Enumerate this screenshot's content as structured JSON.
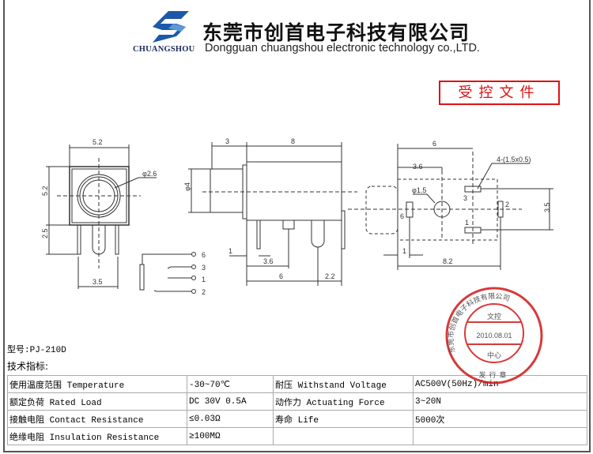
{
  "header": {
    "logo_text": "CHUANGSHOU",
    "company_cn": "东莞市创首电子科技有限公司",
    "company_en": "Dongguan chuangshou electronic technology co.,LTD."
  },
  "controlled_doc": "受控文件",
  "front_view": {
    "width": "5.2",
    "height": "5.2",
    "pin_length": "2.5",
    "pin_spacing": "3.5",
    "hole_dia": "φ2.6"
  },
  "schematic": {
    "pins": [
      "6",
      "3",
      "1",
      "2"
    ]
  },
  "side_view": {
    "nose": "3",
    "body": "8",
    "dia": "φ4",
    "offset": "1",
    "d1": "3.6",
    "d2": "6",
    "d3": "2.2"
  },
  "footprint": {
    "d6": "6",
    "d36": "3.6",
    "slots": "4-(1.5x0.5)",
    "hole": "φ1.5",
    "pitch": "3.5",
    "length": "8.2",
    "offset": "1",
    "pad_labels": [
      "6",
      "3",
      "1",
      "2"
    ]
  },
  "stamp": {
    "outer": "东莞市创首电子科技有限公司",
    "top": "文控",
    "date": "2010.08.01",
    "bottom": "中心",
    "seal": "发行章"
  },
  "model": "型号:PJ-210D",
  "spec_title": "技术指标:",
  "specs": [
    [
      "使用温度范围 Temperature",
      "-30~70℃",
      "耐压 Withstand Voltage",
      "AC500V(50Hz)/min"
    ],
    [
      "额定负荷 Rated Load",
      "DC 30V 0.5A",
      "动作力 Actuating Force",
      "3~20N"
    ],
    [
      "接触电阻 Contact Resistance",
      "≤0.03Ω",
      "寿命 Life",
      "5000次"
    ],
    [
      "绝缘电阻 Insulation Resistance",
      "≥100MΩ",
      "",
      ""
    ]
  ],
  "colors": {
    "stamp_red": "#d01818",
    "logo_blue": "#1c5aa8"
  }
}
